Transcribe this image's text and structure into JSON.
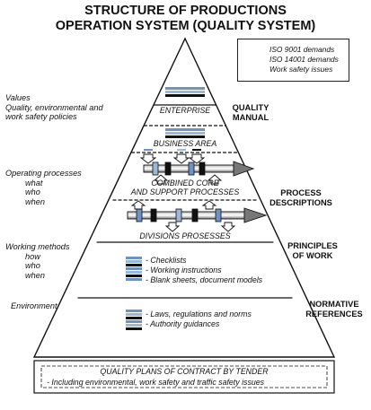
{
  "title": [
    "STRUCTURE OF PRODUCTIONS",
    "OPERATION SYSTEM (QUALITY SYSTEM)"
  ],
  "legend": [
    {
      "label": "ISO 9001 demands",
      "color": "#6d93c2"
    },
    {
      "label": "ISO 14001 demands",
      "color": "#9bb8d8"
    },
    {
      "label": "Work safety issues",
      "color": "#111111"
    }
  ],
  "levels": [
    {
      "name": "ENTERPRISE"
    },
    {
      "name": "BUSINESS AREA"
    },
    {
      "name": [
        "COMBINED CORE",
        "AND SUPPORT PROCESSES"
      ]
    },
    {
      "name": "DIVISIONS PROSESSES"
    }
  ],
  "work_items": [
    "Checklists",
    "Working instructions",
    "Blank sheets, document models"
  ],
  "normative_items": [
    "Laws, regulations and norms",
    "Authority guidances"
  ],
  "left_labels": {
    "values": [
      "Values",
      "Quality, environmental and",
      "work safety policies"
    ],
    "processes": [
      "Operating processes",
      "what",
      "who",
      "when"
    ],
    "methods": [
      "Working methods",
      "how",
      "who",
      "when"
    ],
    "environment": [
      "Environment"
    ]
  },
  "right_labels": {
    "manual": [
      "QUALITY",
      "MANUAL"
    ],
    "process": [
      "PROCESS",
      "DESCRIPTIONS"
    ],
    "work": [
      "PRINCIPLES",
      "OF WORK"
    ],
    "norm": [
      "NORMATIVE",
      "REFERENCES"
    ]
  },
  "footer": {
    "title": "QUALITY PLANS OF CONTRACT BY TENDER",
    "text": "- Including  environmental, work safety and traffic safety issues"
  }
}
